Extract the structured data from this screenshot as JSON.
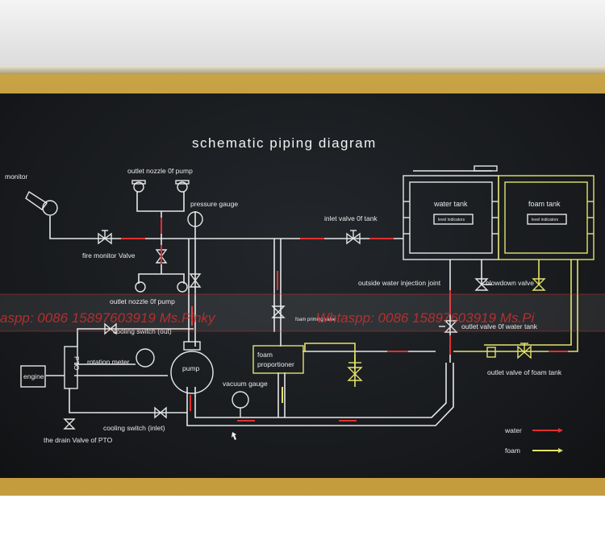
{
  "title": "schematic piping diagram",
  "labels": {
    "monitor": "monitor",
    "outlet_nozzle_top": "outlet nozzle 0f pump",
    "pressure_gauge": "pressure gauge",
    "inlet_valve_tank": "inlet valve 0f tank",
    "fire_monitor_valve": "fire monitor Valve",
    "outlet_nozzle_bottom": "outlet nozzle 0f pump",
    "outside_water_injection": "outside water injection joint",
    "blowdown_valve": "blowdown valve",
    "foam_priming_valve": "foam priming valve",
    "outlet_valve_water_tank": "outlet valve 0f water tank",
    "cooling_switch_out": "cooling switch (out)",
    "rotation_meter": "rotation meter",
    "pump": "pump",
    "foam_proportioner_1": "foam",
    "foam_proportioner_2": "proportioner",
    "outlet_valve_foam_tank": "outlet valve of foam tank",
    "engine": "engine",
    "pto": "PTO",
    "vacuum_gauge": "vacuum gauge",
    "cooling_switch_inlet": "cooling switch  (inlet)",
    "drain_valve_pto": "the drain  Valve of PTO"
  },
  "tanks": {
    "water": {
      "name": "water tank",
      "indicator": "level indicators"
    },
    "foam": {
      "name": "foam tank",
      "indicator": "level indicators"
    }
  },
  "legend": [
    {
      "name": "water",
      "color": "#e03030"
    },
    {
      "name": "foam",
      "color": "#e3e36a"
    }
  ],
  "watermark": {
    "left": "aspp: 0086 15897603919 Ms.Pinky",
    "right": "Whtaspp: 0086 15897603919 Ms.Pi"
  },
  "colors": {
    "pipe_water": "#e6e6e6",
    "pipe_foam": "#e3e36a",
    "flow_water": "#e03030",
    "board": "#1a1d20",
    "frame": "#c29a3c"
  }
}
